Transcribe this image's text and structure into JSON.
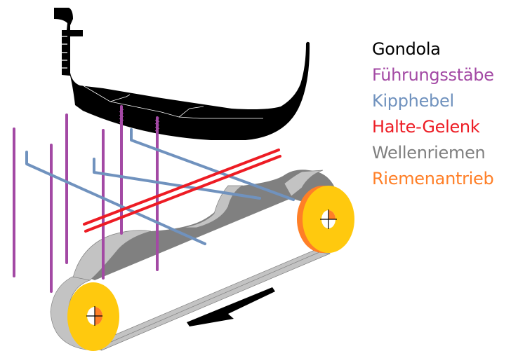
{
  "legend": [
    {
      "label": "Gondola",
      "color": "#000000"
    },
    {
      "label": "Führungsstäbe",
      "color": "#a349a4"
    },
    {
      "label": "Kipphebel",
      "color": "#7092be"
    },
    {
      "label": "Halte-Gelenk",
      "color": "#ed1c24"
    },
    {
      "label": "Wellenriemen",
      "color": "#7f7f7f"
    },
    {
      "label": "Riemenantrieb",
      "color": "#ff7f27"
    }
  ],
  "colors": {
    "pulley": "#ffc90e",
    "belt_light": "#c3c3c3",
    "belt_dark": "#808080"
  }
}
